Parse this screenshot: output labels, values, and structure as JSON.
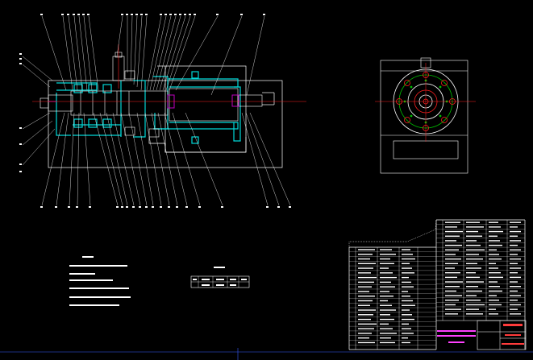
{
  "drawing": {
    "background": "#000000",
    "colors": {
      "line": "#ffffff",
      "centerline": "#ff2020",
      "section_hatch": "#00d8d8",
      "hidden": "#c000c0",
      "bolt": "#ff2020",
      "leader": "#ffffff",
      "green": "#00c000",
      "title_block": "#ff40ff"
    },
    "views": [
      "main-section-view",
      "side-end-view"
    ],
    "technical_requirements": {
      "title": "",
      "lines": []
    },
    "small_table": {
      "title": ""
    },
    "parts_list": {
      "rows_left_upper": 22,
      "rows_right_upper": 22
    },
    "title_block": {
      "text_lines": []
    }
  }
}
